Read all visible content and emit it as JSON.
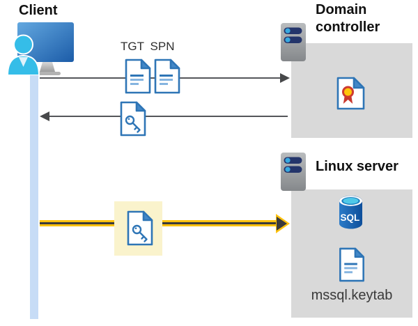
{
  "client": {
    "label": "Client"
  },
  "domain_controller": {
    "label": "Domain controller",
    "contains": [
      "certificate-document"
    ]
  },
  "linux_server": {
    "label": "Linux server",
    "contains": [
      "sql-database",
      "keytab-document"
    ],
    "keytab_label": "mssql.keytab"
  },
  "sql": {
    "label": "SQL"
  },
  "messages": {
    "tgt_label": "TGT",
    "spn_label": "SPN",
    "flows": [
      {
        "from": "client",
        "to": "domain-controller",
        "items": [
          "TGT",
          "SPN"
        ],
        "style": "gray-arrow-right"
      },
      {
        "from": "domain-controller",
        "to": "client",
        "items": [
          "service-ticket-key-document"
        ],
        "style": "gray-arrow-left"
      },
      {
        "from": "client",
        "to": "linux-server",
        "items": [
          "service-ticket-key-document"
        ],
        "style": "yellow-arrow-right-highlighted"
      }
    ]
  },
  "colors": {
    "doc_border_blue": "#2e75b6",
    "doc_fold_blue": "#4388c8",
    "doc_line_light": "#85b4e0",
    "arrow_gray": "#55565a",
    "box_gray": "#d9d9d9",
    "lifeline_blue": "#c7dcf6",
    "yellow": "#ffc20e",
    "yellow_highlight": "#faf3cc",
    "server_navy": "#24356b",
    "server_dot_blue": "#37a9e0",
    "person_cyan": "#35bde8",
    "sql_body_blue": "#1565be",
    "sql_top_cyan": "#4fc8e8",
    "cert_yellow": "#ffc60b",
    "cert_red": "#c8372d"
  }
}
